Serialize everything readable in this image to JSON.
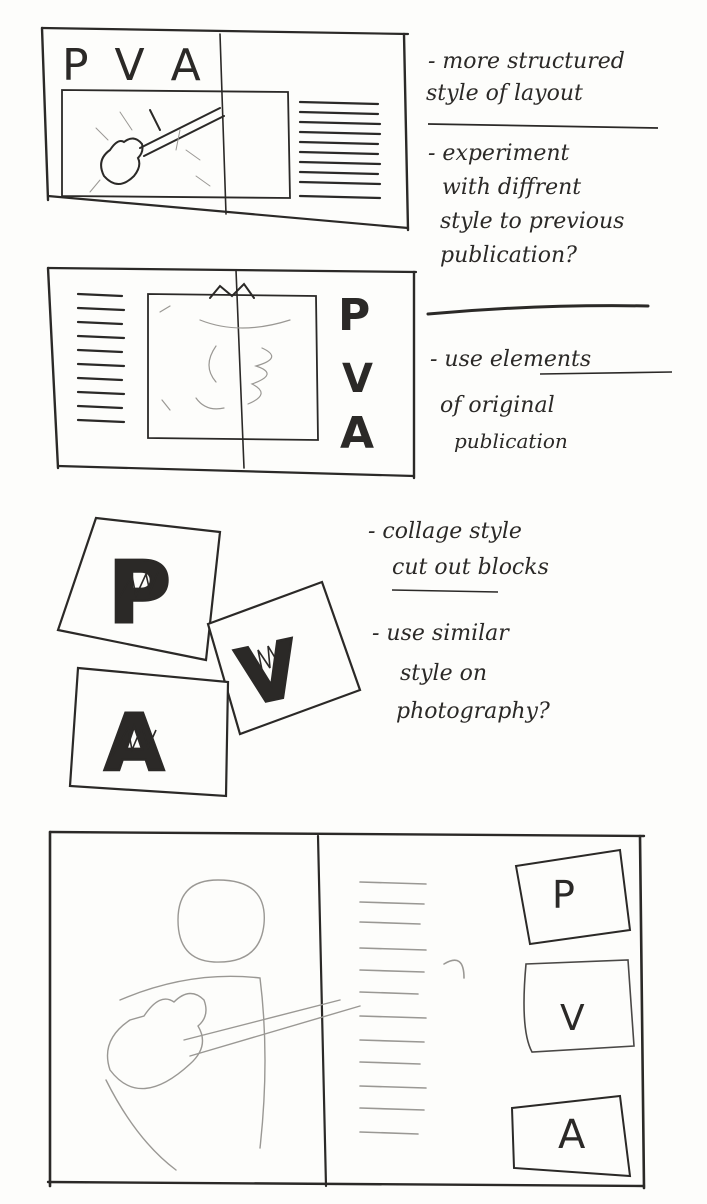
{
  "sketch1": {
    "logo": "P V A",
    "notes": [
      "- more structured",
      "style of layout",
      "- experiment",
      "with diffrent",
      "style to previous",
      "publication?"
    ]
  },
  "sketch2": {
    "letters": [
      "P",
      "V",
      "A"
    ],
    "notes": [
      "- use elements",
      "of original",
      "publication"
    ]
  },
  "sketch3": {
    "blocks": [
      "P",
      "V",
      "A"
    ],
    "notes": [
      "- collage style",
      "cut out blocks",
      "- use similar",
      "style on",
      "photography?"
    ]
  },
  "sketch4": {
    "blocks": [
      "P",
      "V",
      "A"
    ]
  },
  "colors": {
    "ink": "#2b2927",
    "pencil": "#9a9894",
    "paper": "#fdfdfb"
  }
}
